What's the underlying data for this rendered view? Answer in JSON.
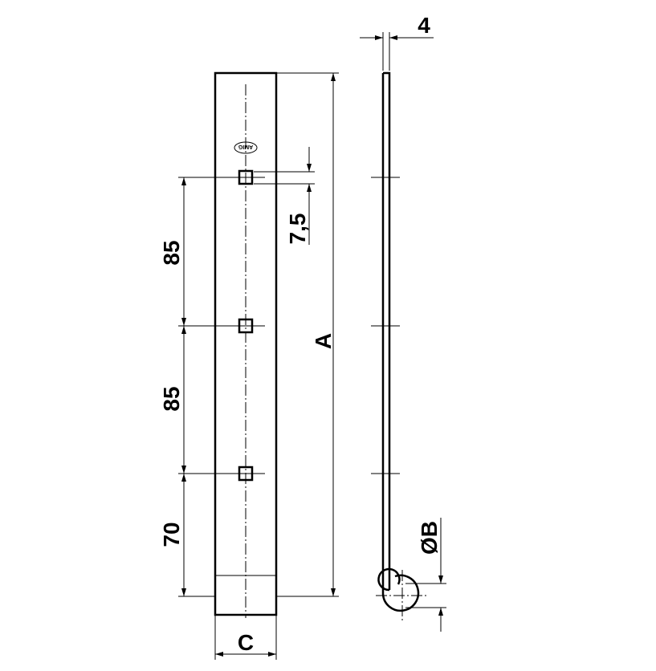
{
  "drawing": {
    "dimensions": {
      "thickness": "4",
      "hole_offset": "7,5",
      "spacing_1": "85",
      "spacing_2": "85",
      "bottom_spacing": "70",
      "length": "A",
      "width": "C",
      "eye_diameter": "ØB"
    },
    "logo_text": "AMIG"
  }
}
